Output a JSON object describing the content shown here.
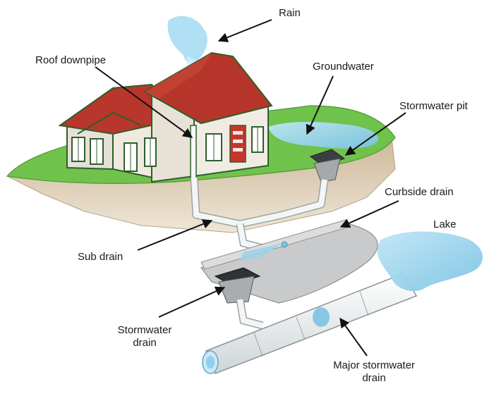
{
  "labels": {
    "rain": "Rain",
    "roof_downpipe": "Roof downpipe",
    "groundwater": "Groundwater",
    "stormwater_pit": "Stormwater pit",
    "curbside_drain": "Curbside drain",
    "lake": "Lake",
    "sub_drain": "Sub drain",
    "stormwater_drain": [
      "Stormwater",
      "drain"
    ],
    "major_stormwater_drain": [
      "Major stormwater",
      "drain"
    ]
  },
  "colors": {
    "grass": "#6cc04a",
    "soil": "#d9c8ae",
    "roof": "#b8362c",
    "wall": "#e9e4da",
    "trim": "#2f5e2a",
    "water": "#8fd0ea",
    "pipe": "#f1f3f3",
    "road": "#c9c9c9"
  }
}
